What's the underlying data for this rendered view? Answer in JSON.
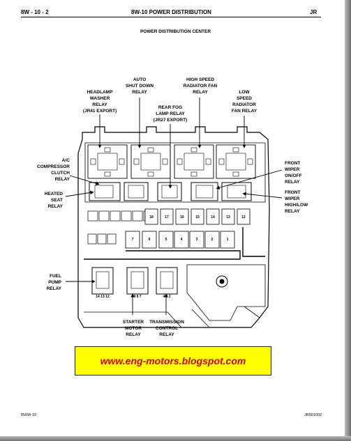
{
  "header": {
    "page_code": "8W - 10 - 2",
    "section_title": "8W-10 POWER DISTRIBUTION",
    "model": "JR"
  },
  "diagram": {
    "subtitle": "POWER DISTRIBUTION CENTER",
    "labels": {
      "headlamp_washer_relay": "HEADLAMP\nWASHER\nRELAY\n(JR41 EXPORT)",
      "auto_shut_down_relay": "AUTO\nSHUT DOWN\nRELAY",
      "high_speed_radiator_fan_relay": "HIGH SPEED\nRADIATOR FAN\nRELAY",
      "low_speed_radiator_fan_relay": "LOW\nSPEED\nRADIATOR\nFAN RELAY",
      "rear_fog_lamp_relay": "REAR FOG\nLAMP RELAY\n(JR27 EXPORT)",
      "ac_compressor_clutch_relay": "A/C\nCOMPRESSOR\nCLUTCH\nRELAY",
      "heated_seat_relay": "HEATED\nSEAT\nRELAY",
      "front_wiper_onoff_relay": "FRONT\nWIPER\nON/OFF\nRELAY",
      "front_wiper_highlow_relay": "FRONT\nWIPER\nHIGH/LOW\nRELAY",
      "fuel_pump_relay": "FUEL\nPUMP\nRELAY",
      "starter_motor_relay": "STARTER\nMOTOR\nRELAY",
      "transmission_control_relay": "TRANSMISSION\nCONTROL\nRELAY"
    },
    "fuse_numbers_row1": [
      "18",
      "17",
      "16",
      "15",
      "14",
      "13",
      "12"
    ],
    "fuse_numbers_row2": [
      "7",
      "6",
      "5",
      "4",
      "3",
      "2",
      "1"
    ],
    "pin_labels": {
      "fuel_pump": "14 13 12",
      "starter": "9  8  7",
      "transmission": "4  3  2"
    }
  },
  "banner": {
    "text": "www.eng-motors.blogspot.com"
  },
  "footer": {
    "left_code": "056W-10",
    "right_code": "JR501002"
  }
}
